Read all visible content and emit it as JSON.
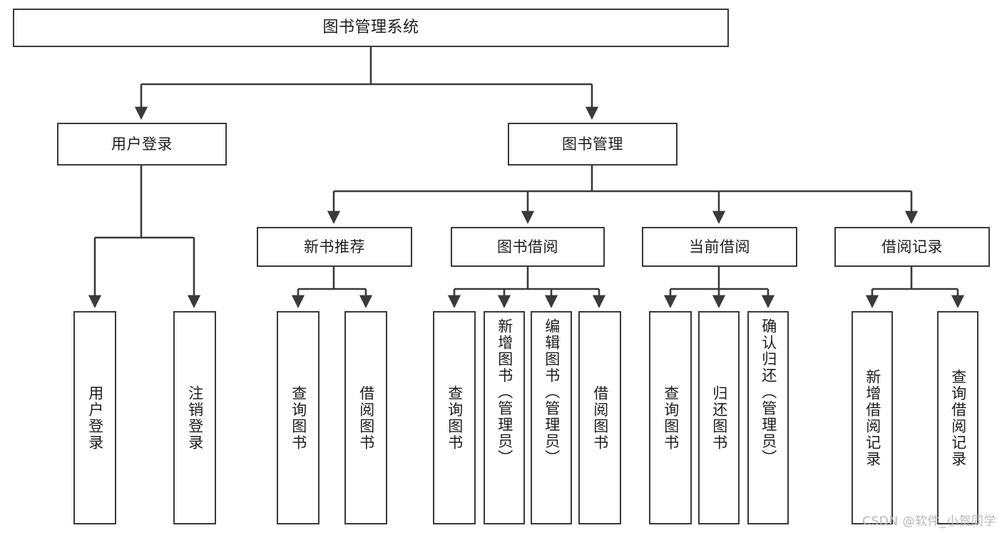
{
  "diagram": {
    "title": "图书管理系统",
    "type": "tree-hierarchy-chart",
    "root": {
      "label": "图书管理系统"
    },
    "level2": [
      {
        "label": "用户登录"
      },
      {
        "label": "图书管理"
      }
    ],
    "level3": [
      {
        "label": "新书推荐"
      },
      {
        "label": "图书借阅"
      },
      {
        "label": "当前借阅"
      },
      {
        "label": "借阅记录"
      }
    ],
    "leaves": {
      "user_login": [
        {
          "label": "用户登录"
        },
        {
          "label": "注销登录"
        }
      ],
      "new_book_recommend": [
        {
          "label": "查询图书"
        },
        {
          "label": "借阅图书"
        }
      ],
      "book_borrow": [
        {
          "label": "查询图书"
        },
        {
          "label": "新增图书（管理员）"
        },
        {
          "label": "编辑图书（管理员）"
        },
        {
          "label": "借阅图书"
        }
      ],
      "current_borrow": [
        {
          "label": "查询图书"
        },
        {
          "label": "归还图书"
        },
        {
          "label": "确认归还（管理员）"
        }
      ],
      "borrow_record": [
        {
          "label": "新增借阅记录"
        },
        {
          "label": "查询借阅记录"
        }
      ]
    }
  },
  "watermark": {
    "text": "CSDN @软件_小贺同学"
  },
  "colors": {
    "stroke": "#3a3a3a",
    "node_fill": "#ffffff",
    "text": "#1d1d1d",
    "watermark": "#b8b8b8",
    "background": "#ffffff"
  }
}
